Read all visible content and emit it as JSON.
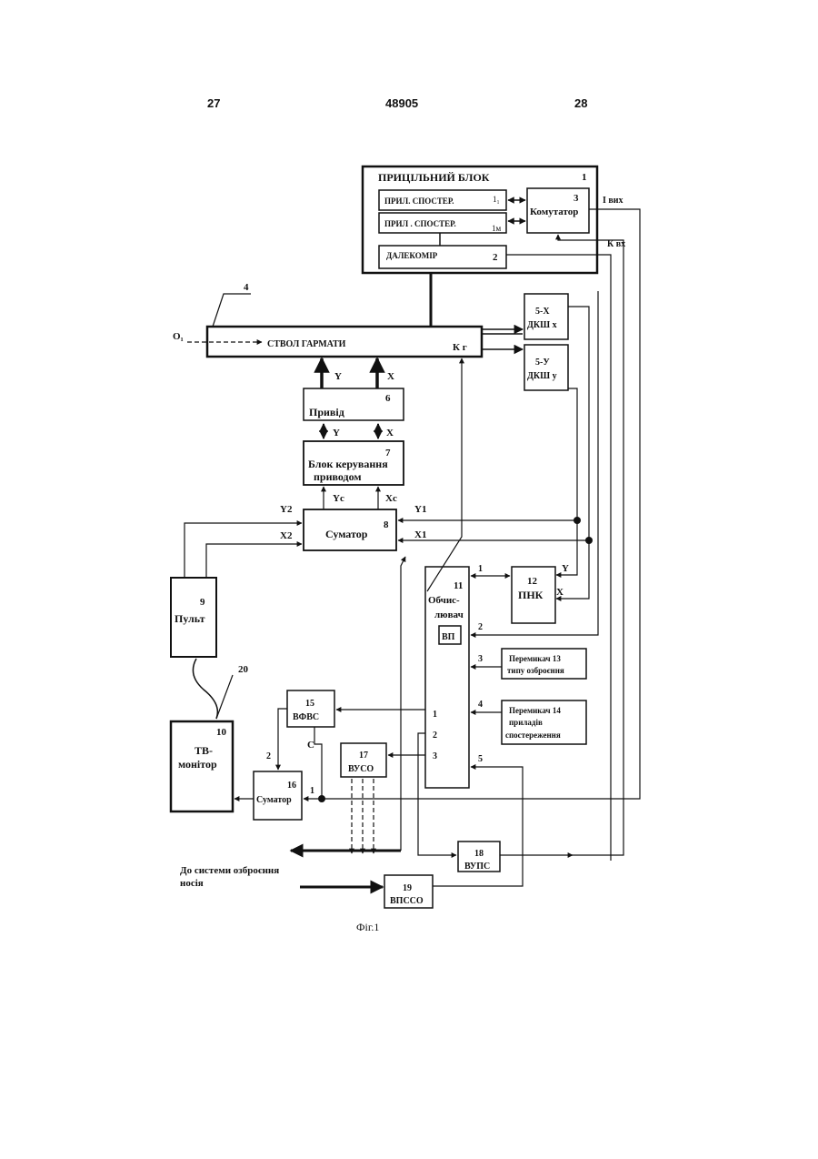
{
  "header": {
    "page_left": "27",
    "patent_number": "48905",
    "page_right": "28"
  },
  "blocks": {
    "aim": {
      "title": "ПРИЦІЛЬНИЙ БЛОК",
      "num": "1"
    },
    "obs1": {
      "label": "ПРИЛ. СПОСТЕР.",
      "sub": "1₁"
    },
    "obs2": {
      "label": "ПРИЛ . СПОСТЕР.",
      "sub": "1м"
    },
    "commutator": {
      "num": "3",
      "label": "Комутатор"
    },
    "rangefinder": {
      "label": "ДАЛЕКОМІР",
      "num": "2"
    },
    "barrel": {
      "label": "СТВОЛ ГАРМАТИ",
      "kg": "К г",
      "num": "4",
      "o1": "О₁"
    },
    "dksh_x": {
      "num": "5-Х",
      "label": "ДКШ х"
    },
    "dksh_y": {
      "num": "5-У",
      "label": "ДКШ у"
    },
    "drive": {
      "label": "Привід",
      "num": "6"
    },
    "drive_ctrl": {
      "line1": "Блок керування",
      "line2": "приводом",
      "num": "7"
    },
    "summator8": {
      "label": "Суматор",
      "num": "8"
    },
    "console": {
      "num": "9",
      "label": "Пульт"
    },
    "tv": {
      "num": "10",
      "line1": "ТВ-",
      "line2": "монітор"
    },
    "computer": {
      "num": "11",
      "line1": "Обчис-",
      "line2": "лювач",
      "vp": "ВП"
    },
    "pnk": {
      "num": "12",
      "label": "ПНК"
    },
    "switch13": {
      "line1": "Перемикач 13",
      "line2": "типу озброєння"
    },
    "switch14": {
      "line1": "Перемикач 14",
      "line2": "приладів",
      "line3": "спостереження"
    },
    "vfvs": {
      "num": "15",
      "label": "ВФВС"
    },
    "summator16": {
      "num": "16",
      "label": "Суматор"
    },
    "vuso": {
      "num": "17",
      "label": "ВУСО"
    },
    "vups": {
      "num": "18",
      "label": "ВУПС"
    },
    "vpsso": {
      "num": "19",
      "label": "ВПССО"
    },
    "cable20": {
      "num": "20"
    }
  },
  "signals": {
    "i_out": "І вих",
    "k_in": "К вх",
    "y": "Y",
    "x": "X",
    "yc": "Yc",
    "xc": "Xc",
    "y1": "Y1",
    "x1": "X1",
    "y2": "Y2",
    "x2": "X2",
    "c": "С",
    "p1": "1",
    "p2": "2",
    "p3": "3",
    "p4": "4",
    "p5": "5"
  },
  "footer": {
    "system_line1": "До системи озброєння",
    "system_line2": "носія",
    "caption": "Фіг.1"
  }
}
